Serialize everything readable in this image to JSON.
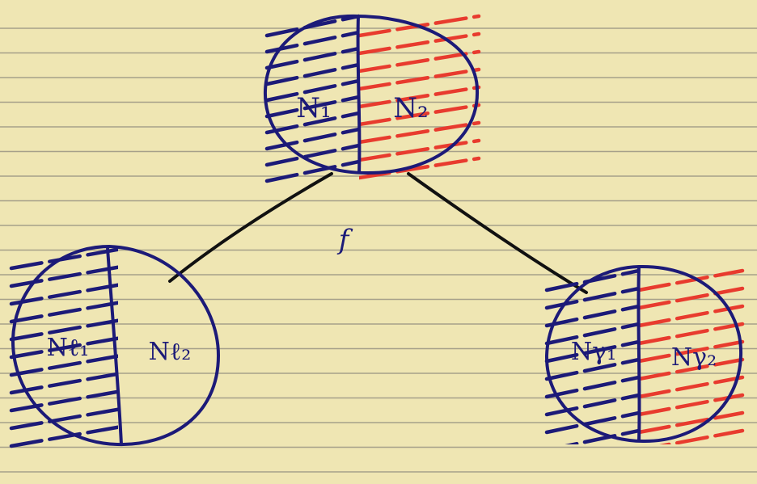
{
  "colors": {
    "paper": "#efe6b3",
    "rule": "#a6a08a",
    "ink": "#1c1a78",
    "red": "#e83b2e",
    "edge": "#111111"
  },
  "nodes": {
    "top": {
      "left_label": "N₁",
      "right_label": "N₂",
      "left_hatched": true,
      "right_hatched": true
    },
    "left": {
      "left_label": "Nℓ₁",
      "right_label": "Nℓ₂",
      "left_hatched": true,
      "right_hatched": false
    },
    "right": {
      "left_label": "Nγ₁",
      "right_label": "Nγ₂",
      "left_hatched": true,
      "right_hatched": true
    }
  },
  "split_label": "f"
}
